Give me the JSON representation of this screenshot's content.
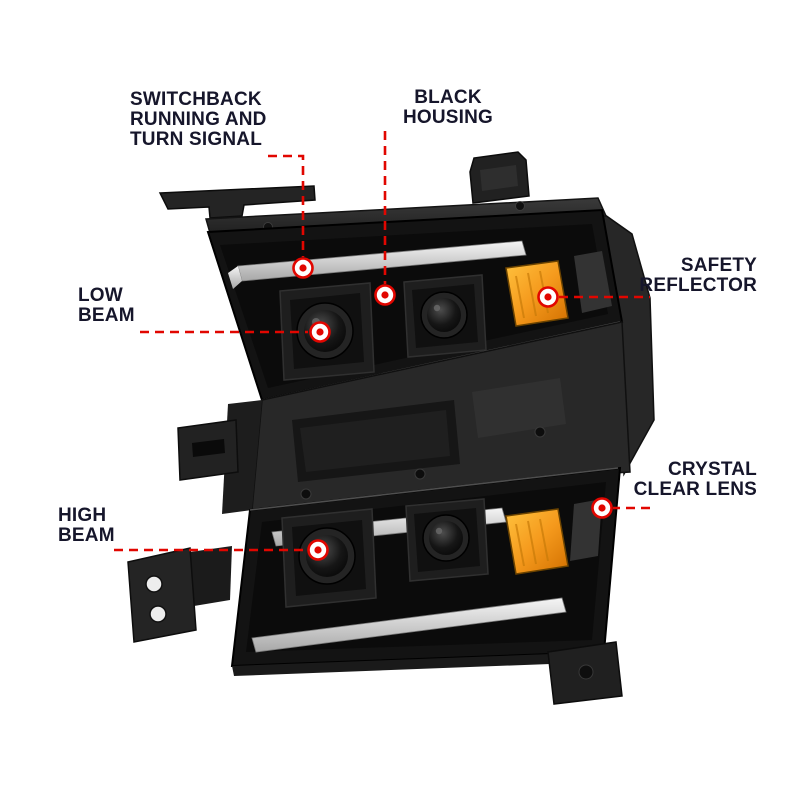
{
  "figure": {
    "description": "Annotated projector headlight assembly with feature callouts",
    "product_name": "projector-headlight"
  },
  "product": {
    "colors": {
      "housing": "#262626",
      "lens_black": "#0b0b0b",
      "amber_reflector": "#f59a1d",
      "drl_strip": "#e2e2e2"
    },
    "features": [
      "switchback running and turn signal",
      "black housing",
      "safety reflector",
      "low beam",
      "crystal clear lens",
      "high beam"
    ]
  },
  "callouts": {
    "accent_color": "#e10600",
    "text_color": "#16162b",
    "items": [
      {
        "id": "switchback",
        "lines": [
          "SWITCHBACK",
          "RUNNING AND",
          "TURN SIGNAL"
        ]
      },
      {
        "id": "black-housing",
        "lines": [
          "BLACK",
          "HOUSING"
        ]
      },
      {
        "id": "safety-reflector",
        "lines": [
          "SAFETY",
          "REFLECTOR"
        ]
      },
      {
        "id": "low-beam",
        "lines": [
          "LOW",
          "BEAM"
        ]
      },
      {
        "id": "crystal-clear-lens",
        "lines": [
          "CRYSTAL",
          "CLEAR LENS"
        ]
      },
      {
        "id": "high-beam",
        "lines": [
          "HIGH",
          "BEAM"
        ]
      }
    ]
  }
}
